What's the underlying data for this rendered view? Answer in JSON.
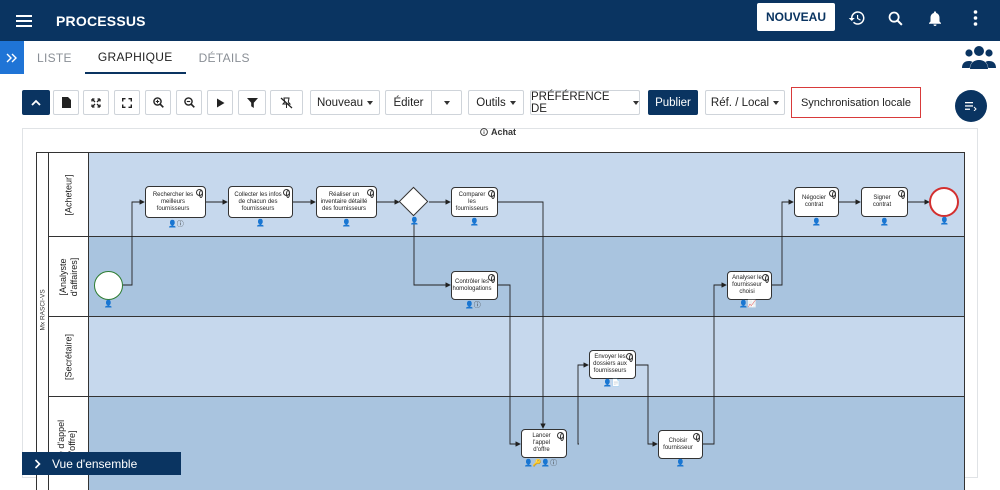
{
  "app": {
    "title": "PROCESSUS",
    "new_button": "NOUVEAU"
  },
  "tabs": [
    {
      "label": "LISTE",
      "active": false
    },
    {
      "label": "GRAPHIQUE",
      "active": true
    },
    {
      "label": "DÉTAILS",
      "active": false
    }
  ],
  "toolbar": {
    "new_label": "Nouveau",
    "edit_label": "Éditer",
    "tools_label": "Outils",
    "preference_label": "PRÉFÉRENCE DE",
    "publish_label": "Publier",
    "ref_label": "Réf. / Local",
    "sync_label": "Synchronisation locale"
  },
  "diagram": {
    "pool_title": "Achat",
    "pool_label": "Mx RASCI-VS",
    "lanes": [
      {
        "label": "[Acheteur]"
      },
      {
        "label": "[Analyste\nd'affaires]"
      },
      {
        "label": "[Secrétaire]"
      },
      {
        "label": "uipe d'appel\nd'offre]"
      }
    ],
    "tasks": [
      {
        "id": "t1",
        "label": "Rechercher les meilleurs fournisseurs",
        "icons": "👤ⓘ"
      },
      {
        "id": "t2",
        "label": "Collecter les infos de chacun des fournisseurs",
        "icons": "👤"
      },
      {
        "id": "t3",
        "label": "Réaliser un inventaire détaillé des fournisseurs",
        "icons": "👤"
      },
      {
        "id": "t4",
        "label": "Comparer les fournisseurs",
        "icons": "👤"
      },
      {
        "id": "t5",
        "label": "Négocier contrat",
        "icons": "👤"
      },
      {
        "id": "t6",
        "label": "Signer contrat",
        "icons": "👤"
      },
      {
        "id": "t7",
        "label": "Contrôler les homologations",
        "icons": "👤ⓘ"
      },
      {
        "id": "t8",
        "label": "Analyser le fournisseur choisi",
        "icons": "👤📈"
      },
      {
        "id": "t9",
        "label": "Envoyer les dossiers aux fournisseurs",
        "icons": "👤📄"
      },
      {
        "id": "t10",
        "label": "Lancer l'appel d'offre",
        "icons": "👤🔑👤ⓘ"
      },
      {
        "id": "t11",
        "label": "Choisir fournisseur",
        "icons": "👤"
      }
    ]
  },
  "overview_label": "Vue d'ensemble",
  "colors": {
    "appbar": "#0a3461",
    "accent_blue": "#1f74d6",
    "lane_light": "#c6d8ed",
    "lane_dark": "#a9c4df",
    "end_event": "#d32f2f",
    "start_event": "#2e7d32"
  }
}
